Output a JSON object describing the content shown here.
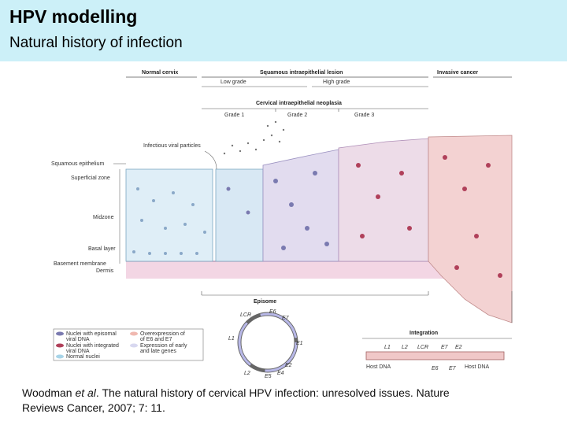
{
  "slide": {
    "title": "HPV modelling",
    "subtitle": "Natural history of infection"
  },
  "diagram": {
    "stage_normal": "Normal cervix",
    "stage_squamous": "Squamous intraepithelial lesion",
    "stage_invasive": "Invasive cancer",
    "grade_low": "Low grade",
    "grade_high": "High grade",
    "cin_title": "Cervical intraepithelial neoplasia",
    "grade_1": "Grade 1",
    "grade_2": "Grade 2",
    "grade_3": "Grade 3",
    "infectious_particles": "Infectious viral particles",
    "squamous_epithelium": "Squamous epithelium",
    "superficial_zone": "Superficial zone",
    "midzone": "Midzone",
    "basal_layer": "Basal layer",
    "basement_membrane": "Basement membrane",
    "dermis": "Dermis",
    "episome_title": "Episome",
    "integration_title": "Integration",
    "genes": {
      "lcr": "LCR",
      "e6": "E6",
      "e7": "E7",
      "e1": "E1",
      "e2": "E2",
      "e4": "E4",
      "e5": "E5",
      "l1": "L1",
      "l2": "L2"
    },
    "host_dna": "Host DNA",
    "legend": {
      "episomal_1": "Nuclei with episomal",
      "episomal_2": "viral DNA",
      "integrated_1": "Nuclei with integrated",
      "integrated_2": "viral DNA",
      "normal": "Normal nuclei",
      "overexpression_1": "Overexpression of",
      "overexpression_2": "of E6 and E7",
      "expression_1": "Expression of early",
      "expression_2": "and late genes"
    },
    "colors": {
      "episomal": "#7a7ab0",
      "integrated": "#b0405a",
      "normal": "#a8d4e8",
      "overexpression": "#f0b8b0",
      "expression": "#d8d8f0"
    }
  },
  "citation": {
    "author": "Woodman ",
    "etal": "et al",
    "rest_line1": ". The natural history of cervical HPV infection: unresolved issues. Nature",
    "line2": "Reviews Cancer, 2007; 7: 11."
  }
}
